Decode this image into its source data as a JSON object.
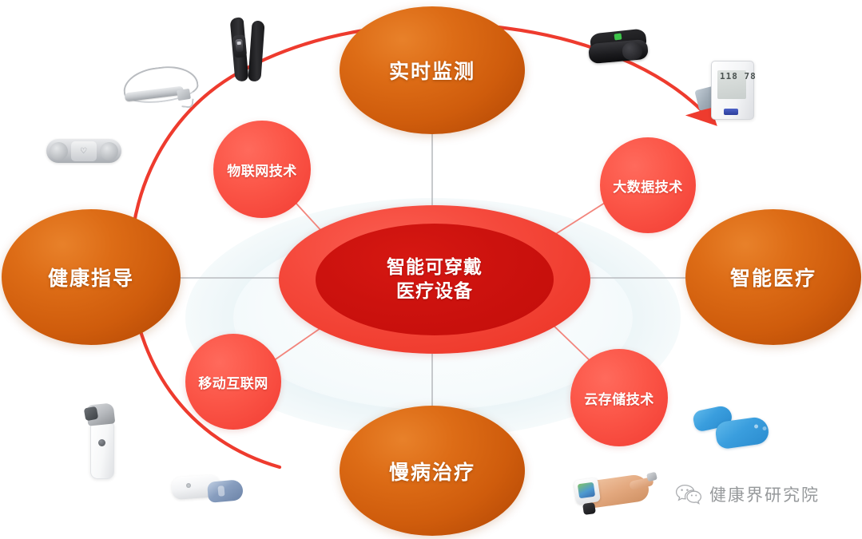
{
  "diagram": {
    "core": {
      "label": "智能可穿戴\n医疗设备",
      "color": "#cc120e"
    },
    "pillars": [
      {
        "id": "top",
        "label": "实时监测",
        "color": "#cf5c0c"
      },
      {
        "id": "right",
        "label": "智能医疗",
        "color": "#cf5c0c"
      },
      {
        "id": "bottom",
        "label": "慢病治疗",
        "color": "#cf5c0c"
      },
      {
        "id": "left",
        "label": "健康指导",
        "color": "#cf5c0c"
      }
    ],
    "technologies": [
      {
        "id": "iot",
        "label": "物联网技术",
        "color": "#fb5547"
      },
      {
        "id": "big",
        "label": "大数据技术",
        "color": "#fb5547"
      },
      {
        "id": "mob",
        "label": "移动互联网",
        "color": "#fb5547"
      },
      {
        "id": "cloud",
        "label": "云存储技术",
        "color": "#fb5547"
      }
    ],
    "arc": {
      "name": "red-arrow-arc",
      "color": "#ee3b2e"
    },
    "devices": [
      {
        "id": "glasses",
        "name": "smart-glasses"
      },
      {
        "id": "band",
        "name": "fitness-tracker-band"
      },
      {
        "id": "chest",
        "name": "chest-strap-heart-rate-monitor"
      },
      {
        "id": "bp",
        "name": "blood-pressure-monitor",
        "display": "118\n78"
      },
      {
        "id": "ecg",
        "name": "ecg-electrode-module"
      },
      {
        "id": "neb",
        "name": "portable-nebulizer"
      },
      {
        "id": "oral",
        "name": "oral-therapy-device"
      },
      {
        "id": "patches",
        "name": "blue-sensor-patches"
      },
      {
        "id": "wrist",
        "name": "wrist-monitor-on-hand"
      }
    ]
  },
  "watermark": {
    "icon": "wechat-icon",
    "text": "健康界研究院"
  }
}
